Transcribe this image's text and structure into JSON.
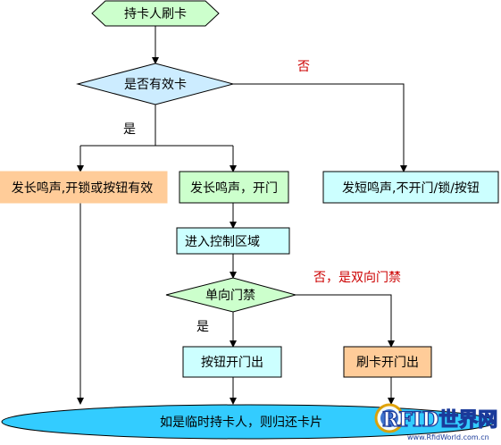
{
  "nodes": {
    "start": "持卡人刷卡",
    "valid_check": "是否有效卡",
    "long_beep_valid": "发长鸣声,开锁或按钮有效",
    "long_beep_open": "发长鸣声，开门",
    "short_beep": "发短鸣声,不开门/锁/按钮",
    "enter_area": "进入控制区域",
    "one_way_check": "单向门禁",
    "button_exit": "按钮开门出",
    "swipe_exit": "刷卡开门出",
    "end": "如是临时持卡人，则归还卡片"
  },
  "edge_labels": {
    "valid_no": "否",
    "valid_yes": "是",
    "one_way_no": "否，是双向门禁",
    "one_way_yes": "是"
  },
  "watermark": {
    "brand": "RFID世界网",
    "url": "www.RfidWorld.com.cn"
  },
  "colors": {
    "terminal_fill": "#ccffcc",
    "decision_fill": "#ccecff",
    "process_green": "#ccffcc",
    "process_cyan": "#ccffff",
    "process_orange": "#ffcc99",
    "end_fill": "#33ccff",
    "edge_label_red": "#cc0000"
  }
}
